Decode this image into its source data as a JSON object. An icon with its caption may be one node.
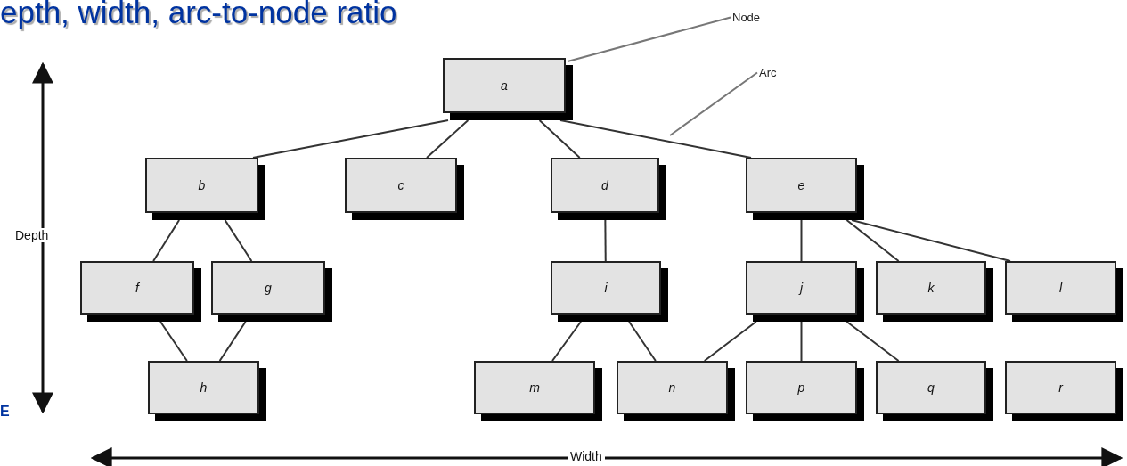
{
  "diagram": {
    "title": "epth, width, arc-to-node ratio",
    "nodes": [
      {
        "text": [
          "a"
        ]
      },
      {
        "text": [
          "b"
        ]
      },
      {
        "text": [
          "c"
        ]
      },
      {
        "text": [
          "d"
        ]
      },
      {
        "text": [
          "e"
        ]
      },
      {
        "text": [
          "f"
        ]
      },
      {
        "text": [
          "g"
        ]
      },
      {
        "text": [
          "h"
        ]
      },
      {
        "text": [
          "i"
        ]
      },
      {
        "text": [
          "j"
        ]
      },
      {
        "text": [
          "k"
        ]
      },
      {
        "text": [
          "l"
        ]
      },
      {
        "text": [
          "m"
        ]
      },
      {
        "text": [
          "n"
        ]
      },
      {
        "text": [
          "p"
        ]
      },
      {
        "text": [
          "q"
        ]
      },
      {
        "text": [
          "r"
        ]
      },
      {
        "text": [
          "Node"
        ]
      },
      {
        "text": [
          "Arc"
        ]
      }
    ],
    "edges": [
      {
        "from": 0,
        "to": 1,
        "arrow": "none"
      },
      {
        "from": 0,
        "to": 2,
        "arrow": "none"
      },
      {
        "from": 0,
        "to": 3,
        "arrow": "none"
      },
      {
        "from": 0,
        "to": 4,
        "arrow": "none"
      },
      {
        "from": 1,
        "to": 5,
        "arrow": "none"
      },
      {
        "from": 1,
        "to": 6,
        "arrow": "none"
      },
      {
        "from": 5,
        "to": 7,
        "arrow": "none"
      },
      {
        "from": 6,
        "to": 7,
        "arrow": "none"
      },
      {
        "from": 3,
        "to": 8,
        "arrow": "none"
      },
      {
        "from": 4,
        "to": 9,
        "arrow": "none"
      },
      {
        "from": 4,
        "to": 10,
        "arrow": "none"
      },
      {
        "from": 4,
        "to": 11,
        "arrow": "none"
      },
      {
        "from": 8,
        "to": 12,
        "arrow": "none"
      },
      {
        "from": 8,
        "to": 13,
        "arrow": "none"
      },
      {
        "from": 9,
        "to": 13,
        "arrow": "none"
      },
      {
        "from": 9,
        "to": 14,
        "arrow": "none"
      },
      {
        "from": 9,
        "to": 15,
        "arrow": "none"
      },
      {
        "from": 17,
        "to": 0,
        "arrow": "none"
      },
      {
        "from": 18,
        "to": null,
        "arrow": "none"
      }
    ],
    "labels": [
      "Depth",
      "Width",
      "E"
    ]
  }
}
